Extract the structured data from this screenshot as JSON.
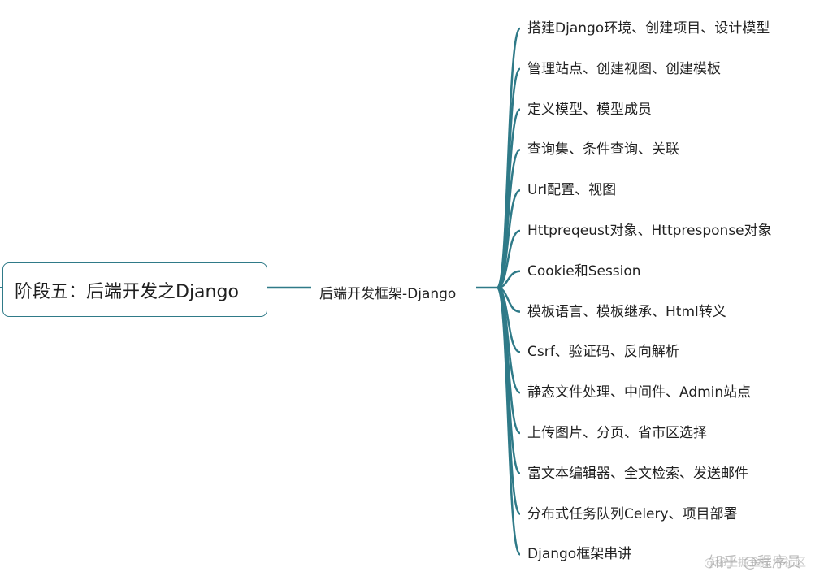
{
  "root": {
    "label": "阶段五：后端开发之Django"
  },
  "branch": {
    "label": "后端开发框架-Django"
  },
  "leaves": [
    "搭建Django环境、创建项目、设计模型",
    "管理站点、创建视图、创建模板",
    "定义模型、模型成员",
    "查询集、条件查询、关联",
    "Url配置、视图",
    "Httpreqeust对象、Httpresponse对象",
    "Cookie和Session",
    "模板语言、模板继承、Html转义",
    "Csrf、验证码、反向解析",
    "静态文件处理、中间件、Admin站点",
    "上传图片、分页、省市区选择",
    "富文本编辑器、全文检索、发送邮件",
    "分布式任务队列Celery、项目部署",
    "Django框架串讲"
  ],
  "watermark": {
    "primary": "知乎 @程序员",
    "secondary": "@稀土掘金技术社区"
  },
  "colors": {
    "connector": "#2f7a88",
    "text": "#222222"
  }
}
